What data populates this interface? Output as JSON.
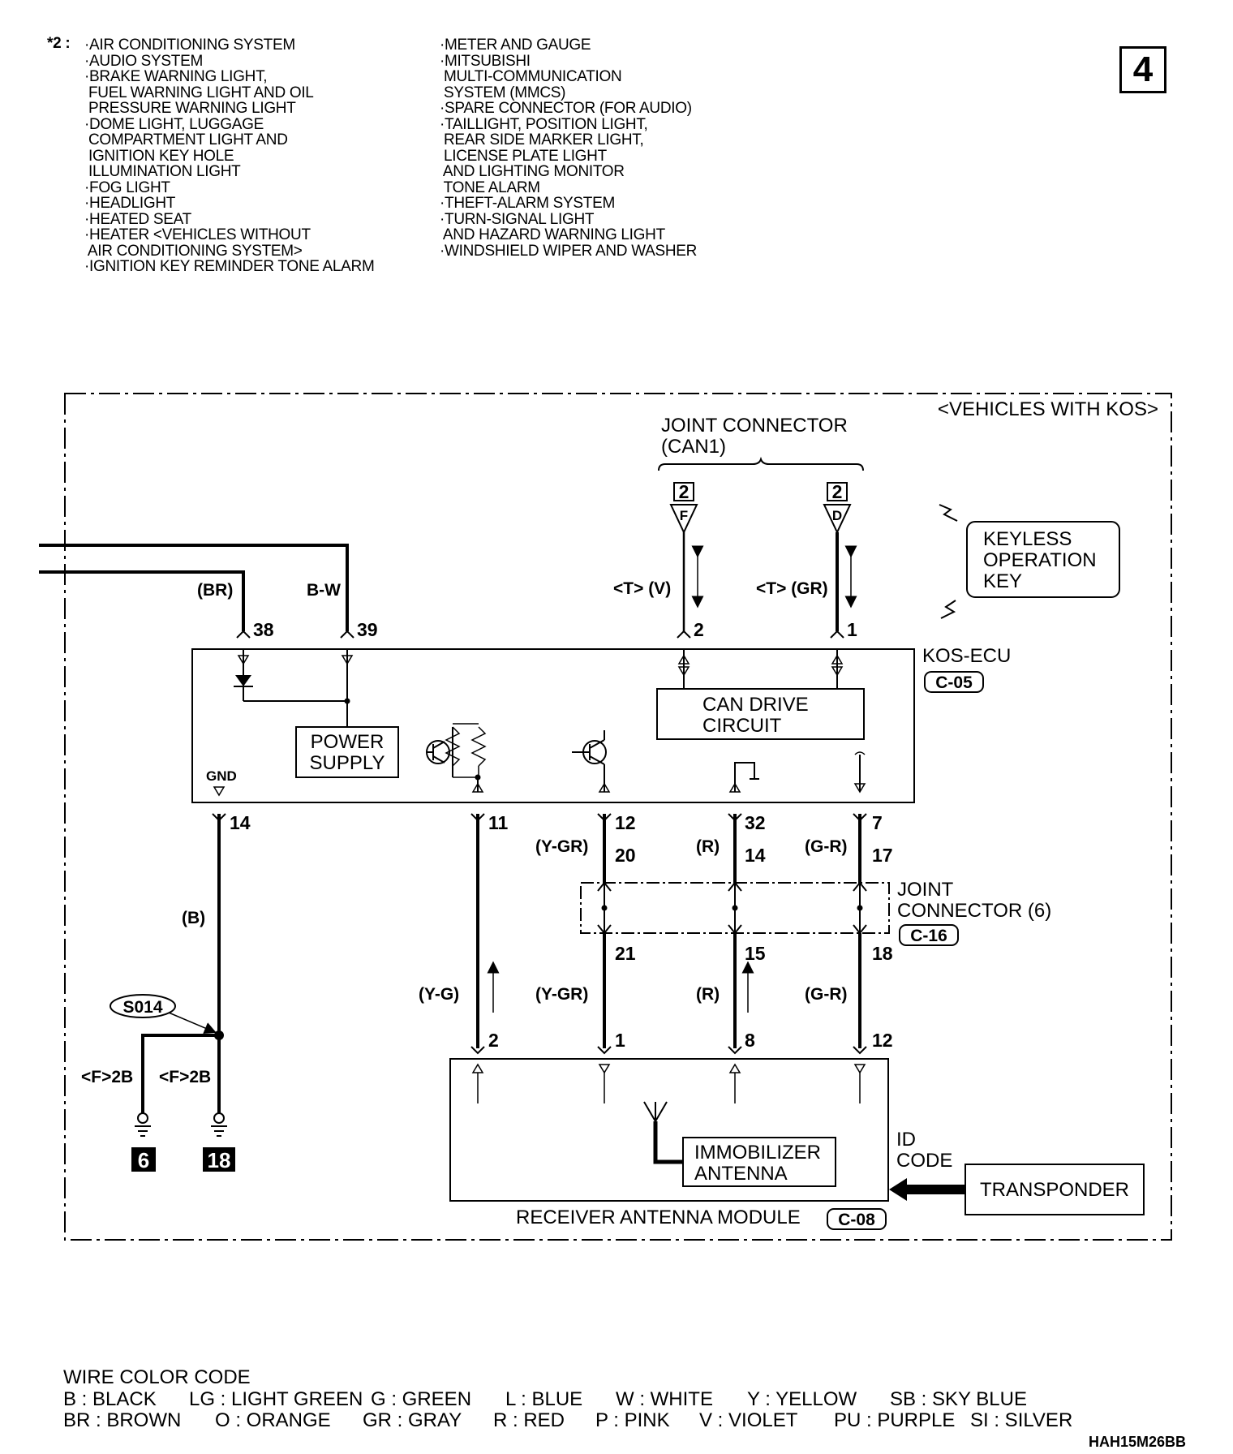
{
  "header": {
    "note_marker": "*2 :",
    "page_number": "4",
    "left_items": [
      "·AIR CONDITIONING SYSTEM",
      "·AUDIO SYSTEM",
      "·BRAKE WARNING LIGHT,",
      " FUEL WARNING LIGHT AND OIL",
      " PRESSURE WARNING LIGHT",
      "·DOME LIGHT, LUGGAGE",
      " COMPARTMENT LIGHT AND",
      " IGNITION KEY HOLE",
      " ILLUMINATION LIGHT",
      "·FOG LIGHT",
      "·HEADLIGHT",
      "·HEATED SEAT",
      "·HEATER <VEHICLES WITHOUT",
      " AIR CONDITIONING SYSTEM>",
      "·IGNITION KEY REMINDER TONE ALARM"
    ],
    "right_items": [
      "·METER AND GAUGE",
      "·MITSUBISHI",
      " MULTI-COMMUNICATION",
      " SYSTEM (MMCS)",
      "·SPARE CONNECTOR (FOR AUDIO)",
      "·TAILLIGHT, POSITION LIGHT,",
      " REAR SIDE MARKER LIGHT,",
      " LICENSE PLATE LIGHT",
      " AND LIGHTING MONITOR",
      " TONE ALARM",
      "·THEFT-ALARM SYSTEM",
      "·TURN-SIGNAL LIGHT",
      " AND HAZARD WARNING LIGHT",
      "·WINDSHIELD WIPER AND WASHER"
    ]
  },
  "diagram": {
    "variant_label": "<VEHICLES WITH KOS>",
    "joint_can1": {
      "line1": "JOINT CONNECTOR",
      "line2": "(CAN1)",
      "box": "2",
      "pin_f": "F",
      "pin_d": "D"
    },
    "keyless_key": {
      "line1": "KEYLESS",
      "line2": "OPERATION",
      "line3": "KEY"
    },
    "kos_ecu": {
      "name": "KOS-ECU",
      "code": "C-05",
      "gnd": "GND"
    },
    "can_drive": {
      "line1": "CAN DRIVE",
      "line2": "CIRCUIT"
    },
    "power_supply": {
      "line1": "POWER",
      "line2": "SUPPLY"
    },
    "joint6": {
      "line1": "JOINT",
      "line2": "CONNECTOR (6)",
      "code": "C-16"
    },
    "receiver": {
      "name": "RECEIVER ANTENNA MODULE",
      "code": "C-08"
    },
    "immobilizer": {
      "line1": "IMMOBILIZER",
      "line2": "ANTENNA"
    },
    "id_code": {
      "line1": "ID",
      "line2": "CODE"
    },
    "transponder": "TRANSPONDER",
    "splice": "S014",
    "ground_a": {
      "label": "<F>2B",
      "num": "6"
    },
    "ground_b": {
      "label": "<F>2B",
      "num": "18"
    },
    "wires": {
      "br": "(BR)",
      "bw": "B-W",
      "tv": "<T> (V)",
      "tgr": "<T> (GR)",
      "b": "(B)",
      "ygr": "(Y-GR)",
      "r": "(R)",
      "gr": "(G-R)",
      "yg": "(Y-G)"
    },
    "pins": {
      "p38": "38",
      "p39": "39",
      "p2": "2",
      "p1": "1",
      "p14": "14",
      "p11": "11",
      "p12": "12",
      "p32": "32",
      "p7": "7",
      "j20": "20",
      "j14": "14",
      "j17": "17",
      "j21": "21",
      "j15": "15",
      "j18": "18",
      "r2": "2",
      "r1": "1",
      "r8": "8",
      "r12": "12"
    }
  },
  "legend": {
    "title": "WIRE COLOR CODE",
    "row1": [
      "B : BLACK",
      "LG : LIGHT GREEN",
      "G : GREEN",
      "L : BLUE",
      "W : WHITE",
      "Y : YELLOW",
      "SB : SKY BLUE"
    ],
    "row2": [
      "BR : BROWN",
      "O : ORANGE",
      "GR : GRAY",
      "R : RED",
      "P : PINK",
      "V : VIOLET",
      "PU : PURPLE",
      "SI : SILVER"
    ]
  },
  "figure_id": "HAH15M26BB"
}
